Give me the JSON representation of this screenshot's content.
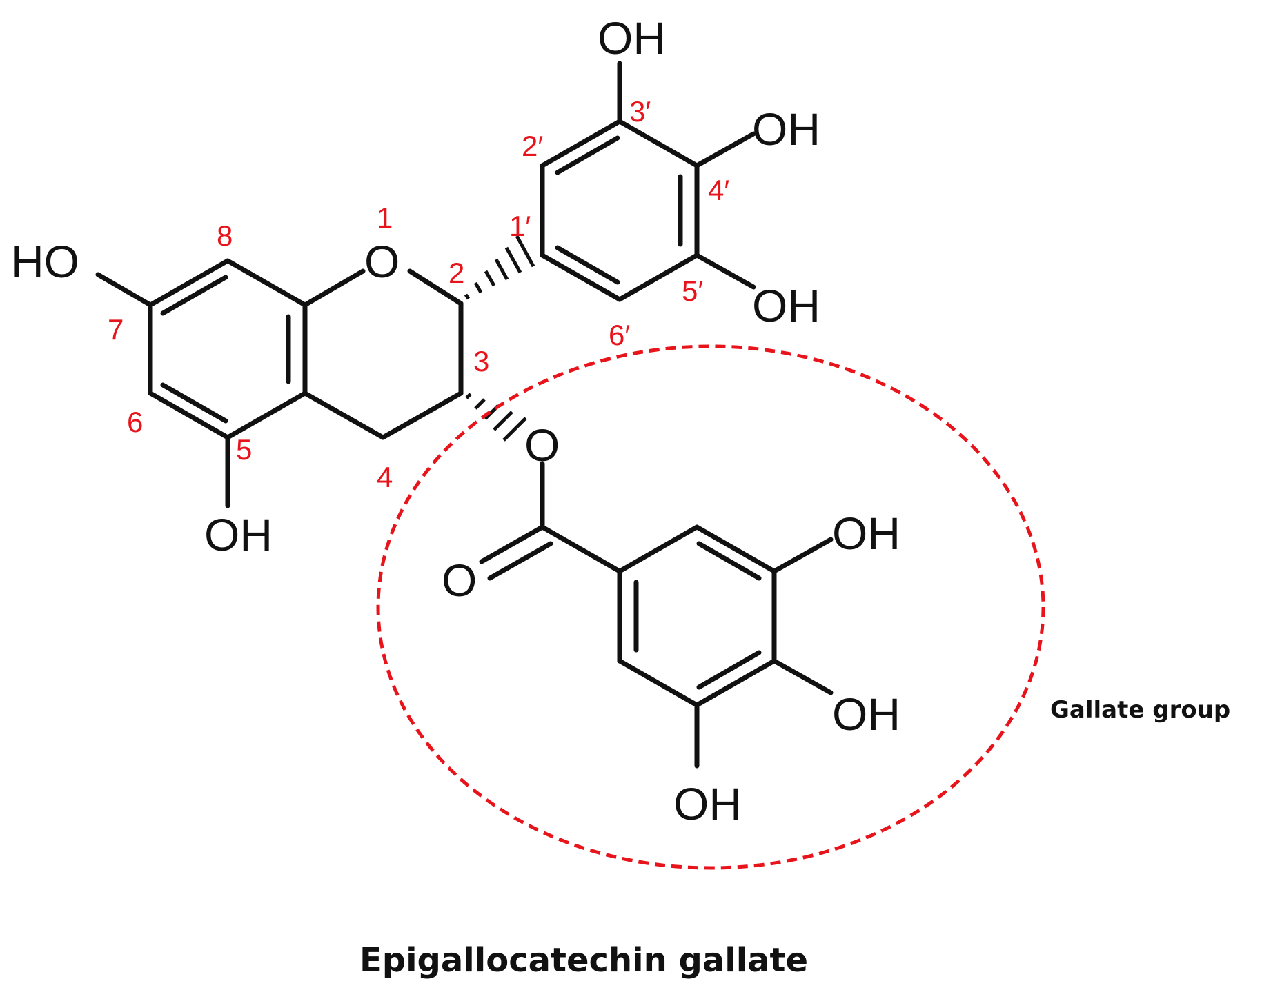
{
  "molecule": {
    "title": "Epigallocatechin gallate",
    "group_note": "Gallate group"
  },
  "atoms": {
    "ho_7": "HO",
    "o_ring": "O",
    "oh_3p": "OH",
    "oh_4p": "OH",
    "oh_5p": "OH",
    "oh_5": "OH",
    "o_ester": "O",
    "o_carbonyl": "O",
    "oh_g3": "OH",
    "oh_g4": "OH",
    "oh_g5": "OH"
  },
  "positions": {
    "p1": "1",
    "p2": "2",
    "p3": "3",
    "p4": "4",
    "p5": "5",
    "p6": "6",
    "p7": "7",
    "p8": "8",
    "p1p": "1′",
    "p2p": "2′",
    "p3p": "3′",
    "p4p": "4′",
    "p5p": "5′",
    "p6p": "6′"
  },
  "colors": {
    "numbering": "#e8141b",
    "highlight": "#e8141b",
    "structure": "#111111"
  }
}
